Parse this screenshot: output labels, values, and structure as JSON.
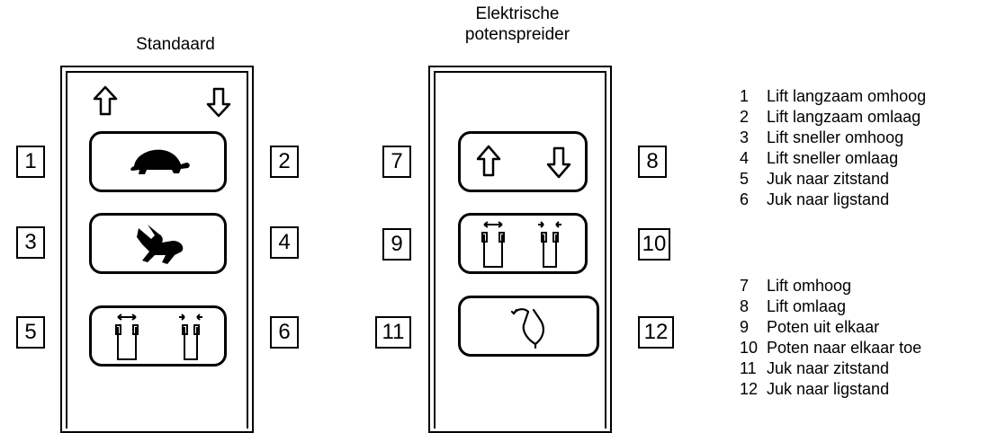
{
  "panel_standard": {
    "title": "Standaard",
    "buttons": [
      {
        "icon": "turtle-icon",
        "left_number": "1",
        "right_number": "2"
      },
      {
        "icon": "rabbit-icon",
        "left_number": "3",
        "right_number": "4"
      },
      {
        "icon": "legs-spread-icon",
        "left_number": "5",
        "right_number": "6"
      }
    ],
    "header_icons": [
      "up-arrow-icon",
      "down-arrow-icon"
    ]
  },
  "panel_electric": {
    "title_line1": "Elektrische",
    "title_line2": "potenspreider",
    "buttons": [
      {
        "icon": "up-down-arrows-icon",
        "left_number": "7",
        "right_number": "8"
      },
      {
        "icon": "legs-spread-icon",
        "left_number": "9",
        "right_number": "10"
      },
      {
        "icon": "yoke-icon",
        "left_number": "11",
        "right_number": "12"
      }
    ]
  },
  "legend": {
    "group1": [
      {
        "n": "1",
        "text": "Lift langzaam omhoog"
      },
      {
        "n": "2",
        "text": "Lift langzaam omlaag"
      },
      {
        "n": "3",
        "text": "Lift sneller omhoog"
      },
      {
        "n": "4",
        "text": "Lift sneller omlaag"
      },
      {
        "n": "5",
        "text": "Juk naar zitstand"
      },
      {
        "n": "6",
        "text": "Juk naar ligstand"
      }
    ],
    "group2": [
      {
        "n": "7",
        "text": "Lift omhoog"
      },
      {
        "n": "8",
        "text": "Lift omlaag"
      },
      {
        "n": "9",
        "text": "Poten uit elkaar"
      },
      {
        "n": "10",
        "text": "Poten naar elkaar toe"
      },
      {
        "n": "11",
        "text": "Juk naar zitstand"
      },
      {
        "n": "12",
        "text": "Juk naar ligstand"
      }
    ]
  }
}
